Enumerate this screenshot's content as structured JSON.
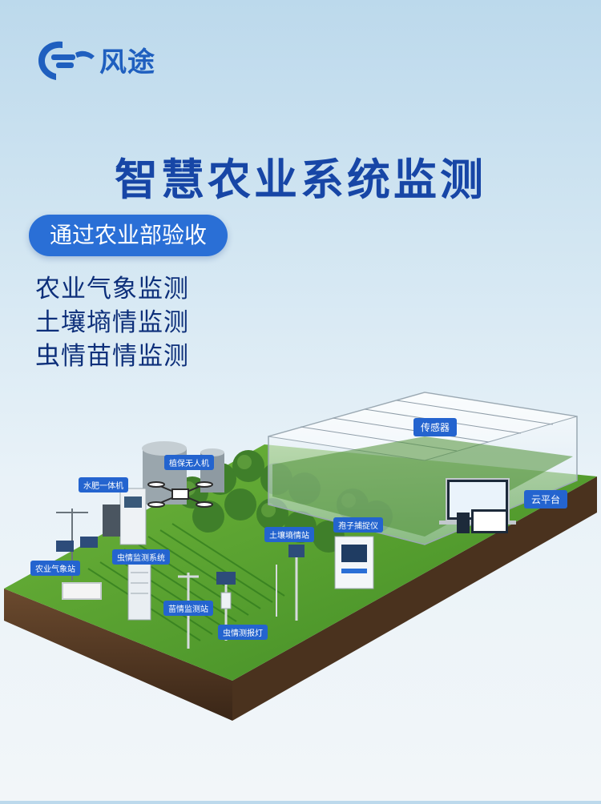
{
  "brand": {
    "name": "风途"
  },
  "headline": "智慧农业系统监测",
  "badge": "通过农业部验收",
  "features": [
    "农业气象监测",
    "土壤墒情监测",
    "虫情苗情监测"
  ],
  "scene": {
    "labels": {
      "sensor": "传感器",
      "cloud": "云平台",
      "drone": "植保无人机",
      "fertigation": "水肥一体机",
      "soil_station": "土壤墒情站",
      "spore": "孢子捕捉仪",
      "weather": "农业气象站",
      "pest_system": "虫情监测系统",
      "seedling": "苗情监测站",
      "pest_lamp": "虫情测报灯"
    }
  },
  "colors": {
    "brand_blue": "#1f5fbf",
    "title_blue": "#1746a6",
    "pill_blue": "#2a6fd6",
    "grass": "#4f9a2e"
  }
}
